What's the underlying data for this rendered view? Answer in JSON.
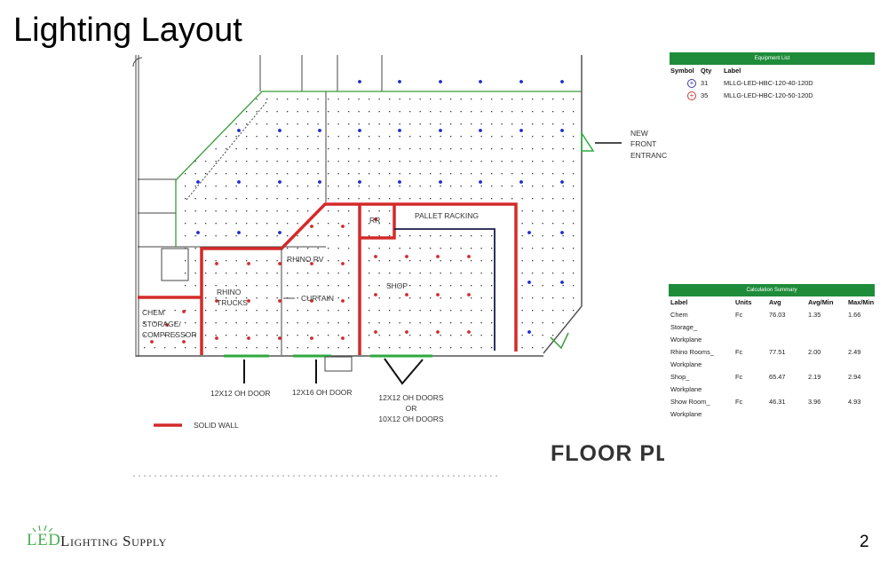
{
  "title": "Lighting Layout",
  "floor_plan": {
    "rooms": {
      "pallet_racking": "PALLET RACKING",
      "rr": "RR",
      "rhino_rv": "RHINO RV",
      "rhino_trucks_line1": "RHINO",
      "rhino_trucks_line2": "TRUCKS",
      "curtain": "CURTAIN",
      "shop": "SHOP",
      "chem_line1": "CHEM",
      "chem_line2": "STORAGE/",
      "chem_line3": "COMPRESSOR"
    },
    "doors": {
      "door1": "12X12 OH DOOR",
      "door2": "12X16 OH DOOR",
      "door3_line1": "12X12 OH DOORS",
      "door3_line2": "OR",
      "door3_line3": "10X12 OH DOORS"
    },
    "entrance_line1": "NEW",
    "entrance_line2": "FRONT",
    "entrance_line3": "ENTRANC",
    "legend_solid_wall": "SOLID WALL",
    "floor_plan_label": "FLOOR PL",
    "colors": {
      "solid_wall": "#d42a2a",
      "door": "#2eaa3e",
      "fixture_40": "#1a2bcc",
      "fixture_50": "#d42a2a"
    }
  },
  "equipment_list": {
    "header": "Equipment List",
    "columns": [
      "Symbol",
      "Qty",
      "Label"
    ],
    "rows": [
      {
        "symbol": "blue-circle-plus-icon",
        "color": "#3a3aa8",
        "qty": "31",
        "label": "MLLG-LED-HBC-120-40-120D"
      },
      {
        "symbol": "red-circle-plus-icon",
        "color": "#c83a3a",
        "qty": "35",
        "label": "MLLG-LED-HBC-120-50-120D"
      }
    ]
  },
  "calculation_summary": {
    "header": "Calculation Summary",
    "columns": [
      "Label",
      "Units",
      "Avg",
      "Avg/Min",
      "Max/Min"
    ],
    "rows": [
      {
        "label": [
          "Chem",
          "Storage_",
          "Workplane"
        ],
        "units": "Fc",
        "avg": "76.03",
        "avg_min": "1.35",
        "max_min": "1.66"
      },
      {
        "label": [
          "Rhino Rooms_",
          "Workplane"
        ],
        "units": "Fc",
        "avg": "77.51",
        "avg_min": "2.00",
        "max_min": "2.49"
      },
      {
        "label": [
          "Shop_",
          "Workplane"
        ],
        "units": "Fc",
        "avg": "65.47",
        "avg_min": "2.19",
        "max_min": "2.94"
      },
      {
        "label": [
          "Show Room_",
          "Workplane"
        ],
        "units": "Fc",
        "avg": "46.31",
        "avg_min": "3.96",
        "max_min": "4.93"
      }
    ]
  },
  "footer": {
    "logo_led": "LED",
    "logo_rest": "Lighting Supply",
    "page_number": "2"
  }
}
